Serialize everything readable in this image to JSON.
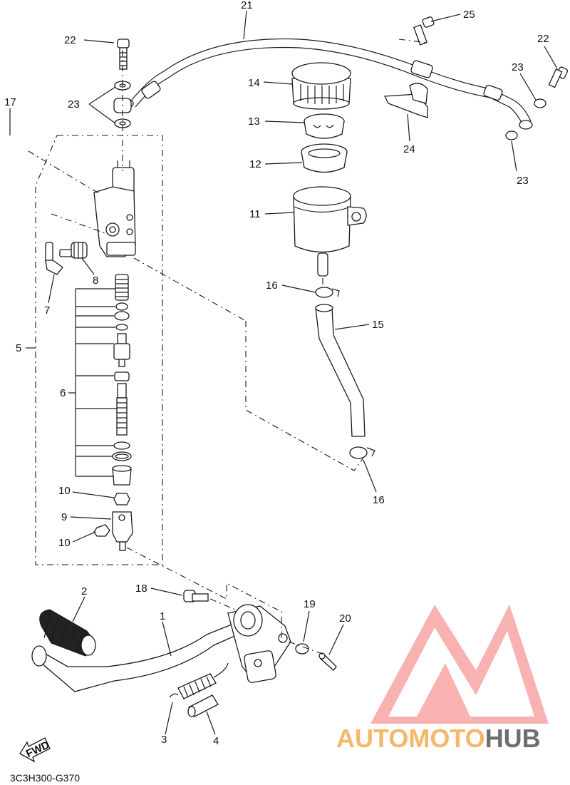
{
  "diagram": {
    "callouts": {
      "c1": "1",
      "c2": "2",
      "c3": "3",
      "c4": "4",
      "c5": "5",
      "c6": "6",
      "c7": "7",
      "c8": "8",
      "c9": "9",
      "c10a": "10",
      "c10b": "10",
      "c11": "11",
      "c12": "12",
      "c13": "13",
      "c14": "14",
      "c15": "15",
      "c16a": "16",
      "c16b": "16",
      "c17": "17",
      "c18": "18",
      "c19": "19",
      "c20": "20",
      "c21": "21",
      "c22a": "22",
      "c22b": "22",
      "c23a": "23",
      "c23b": "23",
      "c23c": "23",
      "c24": "24",
      "c25": "25"
    },
    "fwd_label": "FWD",
    "figure_code": "3C3H300-G370"
  },
  "watermark": {
    "text_auto": "AUTO",
    "text_moto": "MOTO",
    "text_hub": "HUB",
    "color_primary": "#f26d6d",
    "color_secondary": "#f5b76a",
    "color_dark": "#6e6e6e"
  }
}
